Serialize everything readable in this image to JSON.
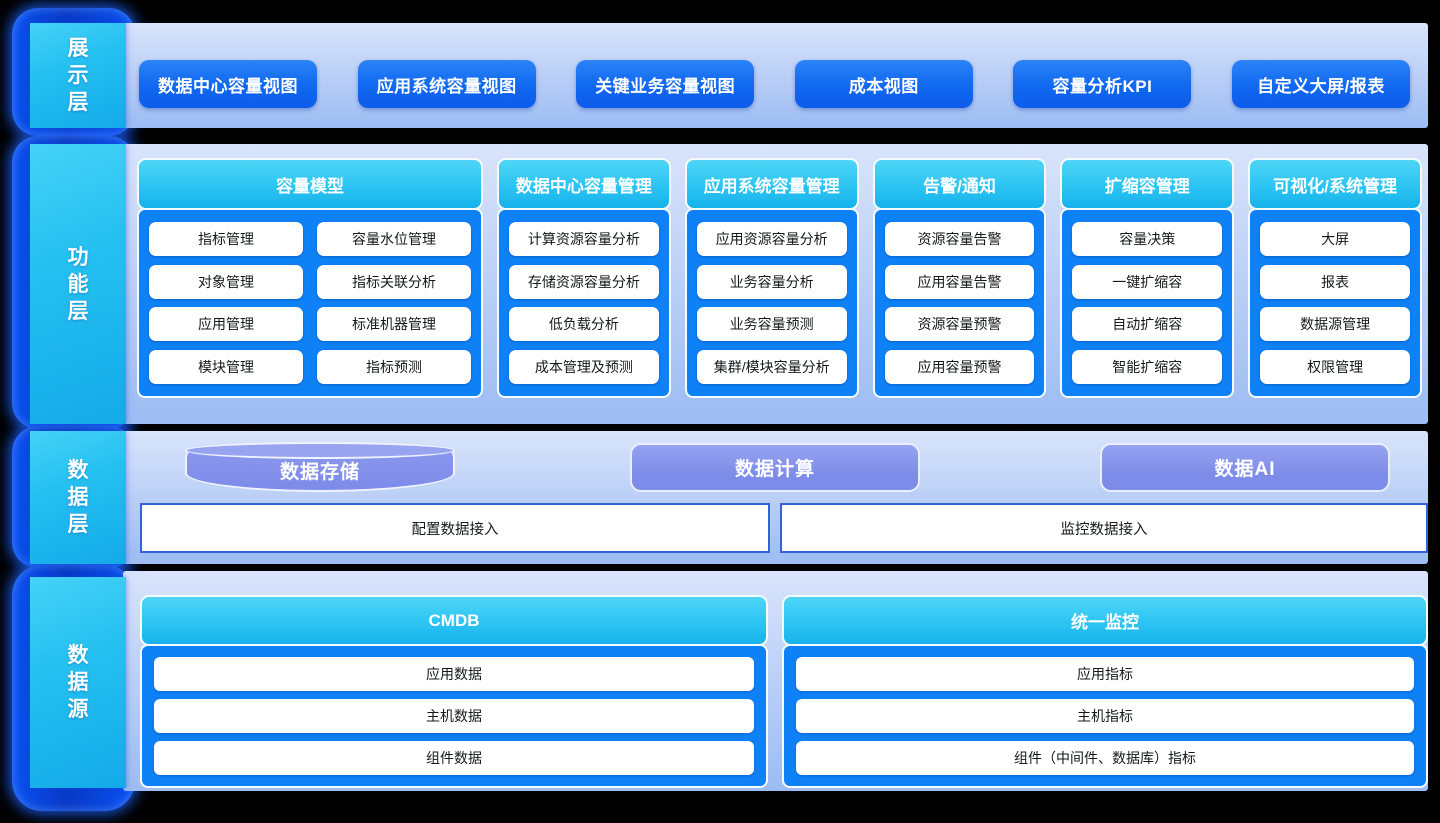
{
  "sidebar": {
    "items": [
      {
        "label": "展示层"
      },
      {
        "label": "功能层"
      },
      {
        "label": "数据层"
      },
      {
        "label": "数据源"
      }
    ]
  },
  "presentation": {
    "buttons": [
      {
        "label": "数据中心容量视图"
      },
      {
        "label": "应用系统容量视图"
      },
      {
        "label": "关键业务容量视图"
      },
      {
        "label": "成本视图"
      },
      {
        "label": "容量分析KPI"
      },
      {
        "label": "自定义大屏/报表"
      }
    ]
  },
  "function": {
    "columns": [
      {
        "title": "容量模型",
        "items": [
          "指标管理",
          "容量水位管理",
          "对象管理",
          "指标关联分析",
          "应用管理",
          "标准机器管理",
          "模块管理",
          "指标预测"
        ]
      },
      {
        "title": "数据中心容量管理",
        "items": [
          "计算资源容量分析",
          "存储资源容量分析",
          "低负载分析",
          "成本管理及预测"
        ]
      },
      {
        "title": "应用系统容量管理",
        "items": [
          "应用资源容量分析",
          "业务容量分析",
          "业务容量预测",
          "集群/模块容量分析"
        ]
      },
      {
        "title": "告警/通知",
        "items": [
          "资源容量告警",
          "应用容量告警",
          "资源容量预警",
          "应用容量预警"
        ]
      },
      {
        "title": "扩缩容管理",
        "items": [
          "容量决策",
          "一键扩缩容",
          "自动扩缩容",
          "智能扩缩容"
        ]
      },
      {
        "title": "可视化/系统管理",
        "items": [
          "大屏",
          "报表",
          "数据源管理",
          "权限管理"
        ]
      }
    ]
  },
  "data_layer": {
    "storage": "数据存储",
    "compute": "数据计算",
    "ai": "数据AI",
    "config_access": "配置数据接入",
    "monitor_access": "监控数据接入"
  },
  "data_source": {
    "groups": [
      {
        "title": "CMDB",
        "items": [
          "应用数据",
          "主机数据",
          "组件数据"
        ]
      },
      {
        "title": "统一监控",
        "items": [
          "应用指标",
          "主机指标",
          "组件（中间件、数据库）指标"
        ]
      }
    ]
  },
  "colors": {
    "background": "#000000",
    "sidebar_cyan": "#25c0f0",
    "glow_blue": "#0a52f2",
    "panel_light_blue": "#bcd0f7",
    "button_blue": "#1068f0",
    "header_cyan": "#2cc4f2",
    "body_blue": "#0e81f6",
    "purple": "#7d8be9",
    "access_border": "#3162d6"
  }
}
